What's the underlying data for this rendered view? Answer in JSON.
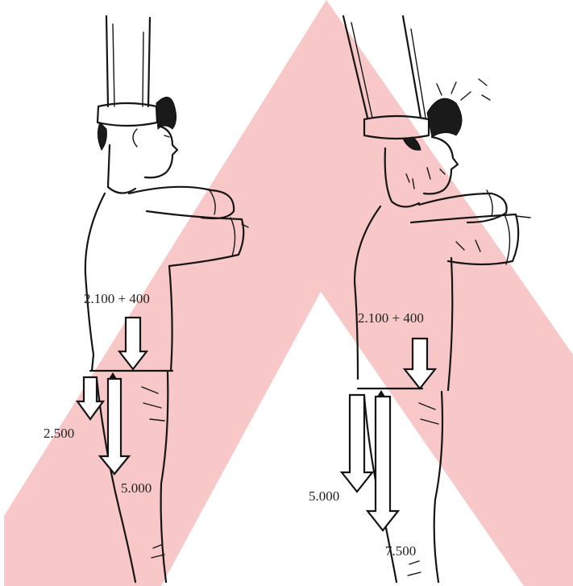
{
  "colors": {
    "background": "#ffffff",
    "warning_band": "#f8c8c8",
    "ink": "#151515"
  },
  "left_figure": {
    "upper_load_label": "2.100 + 400",
    "small_arrow_label": "2.500",
    "large_arrow_label": "5.000"
  },
  "right_figure": {
    "upper_load_label": "2.100 + 400",
    "small_arrow_label": "5.000",
    "large_arrow_label": "7.500"
  }
}
